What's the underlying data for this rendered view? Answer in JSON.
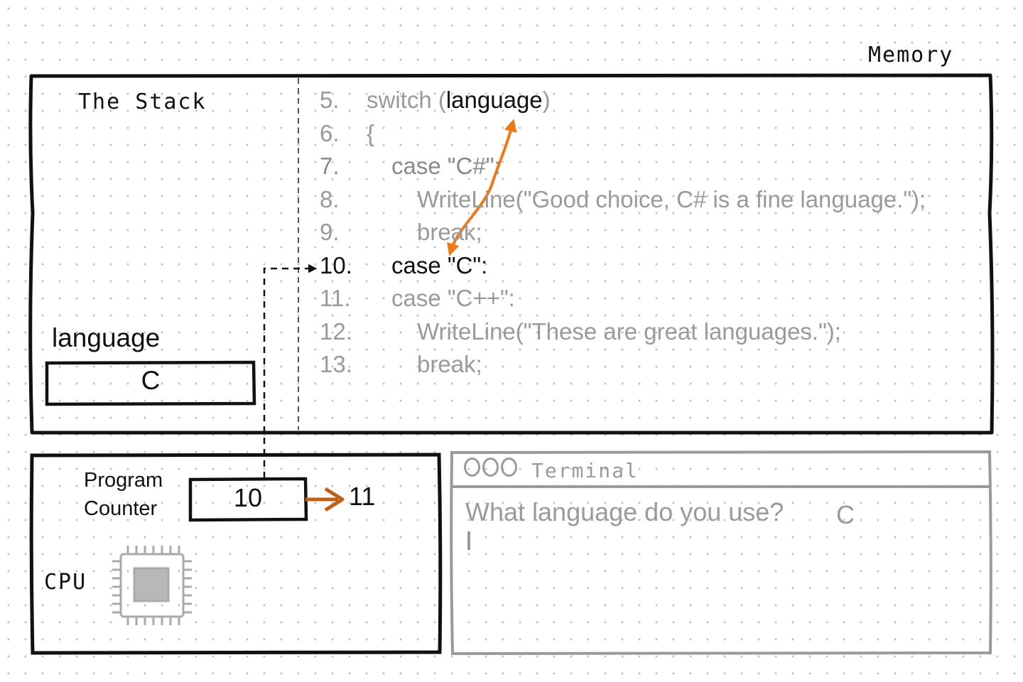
{
  "memory": {
    "label": "Memory",
    "stack": {
      "title": "The Stack",
      "variable": {
        "name": "language",
        "value": "C"
      }
    },
    "code": {
      "lines": [
        {
          "number": "5.",
          "pre": "switch (",
          "hl": "language",
          "post": ")",
          "indent": 0,
          "style": "dim"
        },
        {
          "number": "6.",
          "pre": "{",
          "hl": "",
          "post": "",
          "indent": 0,
          "style": "dim"
        },
        {
          "number": "7.",
          "pre": "case \"C#\":",
          "hl": "",
          "post": "",
          "indent": 1,
          "style": "dark"
        },
        {
          "number": "8.",
          "pre": "WriteLine(\"Good choice, C# is a fine language.\");",
          "hl": "",
          "post": "",
          "indent": 2,
          "style": "dim"
        },
        {
          "number": "9.",
          "pre": "break;",
          "hl": "",
          "post": "",
          "indent": 2,
          "style": "dim"
        },
        {
          "number": "10.",
          "pre": "case \"C\":",
          "hl": "",
          "post": "",
          "indent": 1,
          "style": "current"
        },
        {
          "number": "11.",
          "pre": "case \"C++\":",
          "hl": "",
          "post": "",
          "indent": 1,
          "style": "dim"
        },
        {
          "number": "12.",
          "pre": "WriteLine(\"These are great languages.\");",
          "hl": "",
          "post": "",
          "indent": 2,
          "style": "dim"
        },
        {
          "number": "13.",
          "pre": "break;",
          "hl": "",
          "post": "",
          "indent": 2,
          "style": "dim"
        }
      ]
    }
  },
  "cpu": {
    "label": "CPU",
    "program_counter": {
      "label_line1": "Program",
      "label_line2": "Counter",
      "value": "10",
      "next_value": "11"
    }
  },
  "terminal": {
    "title": "Terminal",
    "prompt": "What language do you use?",
    "input": "C"
  },
  "colors": {
    "ink": "#111111",
    "muted": "#9a9a9a",
    "accent_orange": "#f07818",
    "accent_brown": "#c06018"
  }
}
